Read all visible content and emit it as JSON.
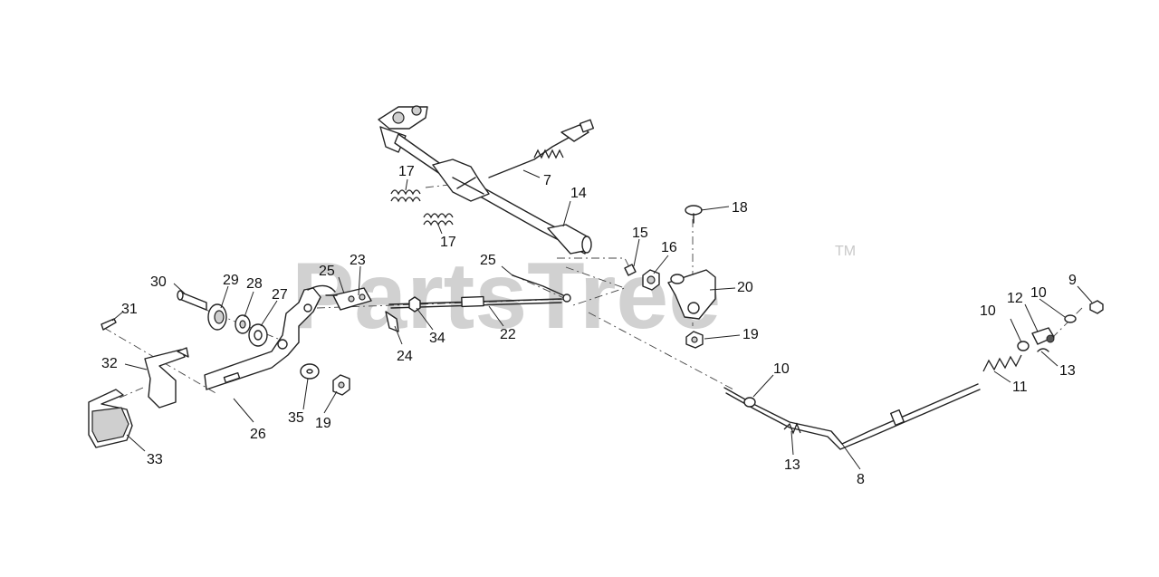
{
  "watermark": {
    "brand": "PartsTree",
    "trademark": "TM"
  },
  "callouts": [
    {
      "id": "c7",
      "label": "7"
    },
    {
      "id": "c14",
      "label": "14"
    },
    {
      "id": "c17a",
      "label": "17"
    },
    {
      "id": "c17b",
      "label": "17"
    },
    {
      "id": "c18",
      "label": "18"
    },
    {
      "id": "c15",
      "label": "15"
    },
    {
      "id": "c16",
      "label": "16"
    },
    {
      "id": "c20",
      "label": "20"
    },
    {
      "id": "c19a",
      "label": "19"
    },
    {
      "id": "c25a",
      "label": "25"
    },
    {
      "id": "c25b",
      "label": "25"
    },
    {
      "id": "c23",
      "label": "23"
    },
    {
      "id": "c22",
      "label": "22"
    },
    {
      "id": "c34",
      "label": "34"
    },
    {
      "id": "c24",
      "label": "24"
    },
    {
      "id": "c30",
      "label": "30"
    },
    {
      "id": "c29",
      "label": "29"
    },
    {
      "id": "c28",
      "label": "28"
    },
    {
      "id": "c27",
      "label": "27"
    },
    {
      "id": "c31",
      "label": "31"
    },
    {
      "id": "c32",
      "label": "32"
    },
    {
      "id": "c33",
      "label": "33"
    },
    {
      "id": "c26",
      "label": "26"
    },
    {
      "id": "c35",
      "label": "35"
    },
    {
      "id": "c19b",
      "label": "19"
    },
    {
      "id": "c9",
      "label": "9"
    },
    {
      "id": "c10a",
      "label": "10"
    },
    {
      "id": "c10b",
      "label": "10"
    },
    {
      "id": "c12",
      "label": "12"
    },
    {
      "id": "c13a",
      "label": "13"
    },
    {
      "id": "c11",
      "label": "11"
    },
    {
      "id": "c10c",
      "label": "10"
    },
    {
      "id": "c13b",
      "label": "13"
    },
    {
      "id": "c8",
      "label": "8"
    }
  ]
}
